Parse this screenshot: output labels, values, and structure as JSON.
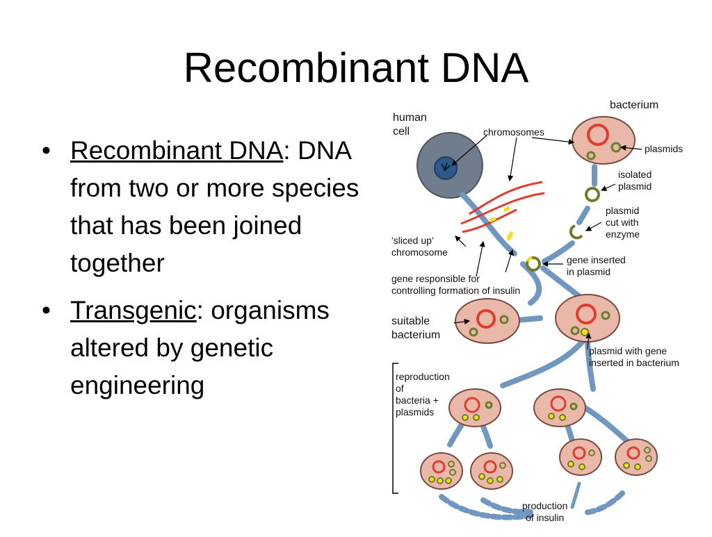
{
  "slide": {
    "title": "Recombinant DNA",
    "bullets": [
      {
        "term": "Recombinant DNA",
        "sep": ":",
        "text": " DNA from two or more species that has been joined together"
      },
      {
        "term": "Transgenic",
        "sep": ":",
        "text": " organisms altered by genetic engineering"
      }
    ]
  },
  "diagram": {
    "labels": {
      "human_cell": [
        "human",
        "cell"
      ],
      "bacterium": "bacterium",
      "chromosomes": "chromosomes",
      "plasmids": "plasmids",
      "isolated_plasmid": [
        "isolated",
        "plasmid"
      ],
      "plasmid_cut": [
        "plasmid",
        "cut with",
        "enzyme"
      ],
      "sliced_chromosome": [
        "'sliced up'",
        "chromosome"
      ],
      "gene_inserted": [
        "gene inserted",
        "in plasmid"
      ],
      "gene_responsible": [
        "gene responsible for",
        "controlling formation of insulin"
      ],
      "suitable_bacterium": [
        "suitable",
        "bacterium"
      ],
      "plasmid_with_gene": [
        "plasmid with gene",
        "inserted in bacterium"
      ],
      "reproduction": [
        "reproduction",
        "of",
        "bacteria +",
        "plasmids"
      ],
      "production": [
        "production",
        "of insulin"
      ]
    },
    "colors": {
      "cell_body": "#e9b8a8",
      "cell_outline": "#7a4a3e",
      "chromosome": "#e23b2e",
      "plasmid": "#6b7d2a",
      "gene": "#f2e01a",
      "arrow": "#6f97bf",
      "human_cell": "#6f7d8c",
      "nucleus": "#2d5a8a"
    }
  }
}
